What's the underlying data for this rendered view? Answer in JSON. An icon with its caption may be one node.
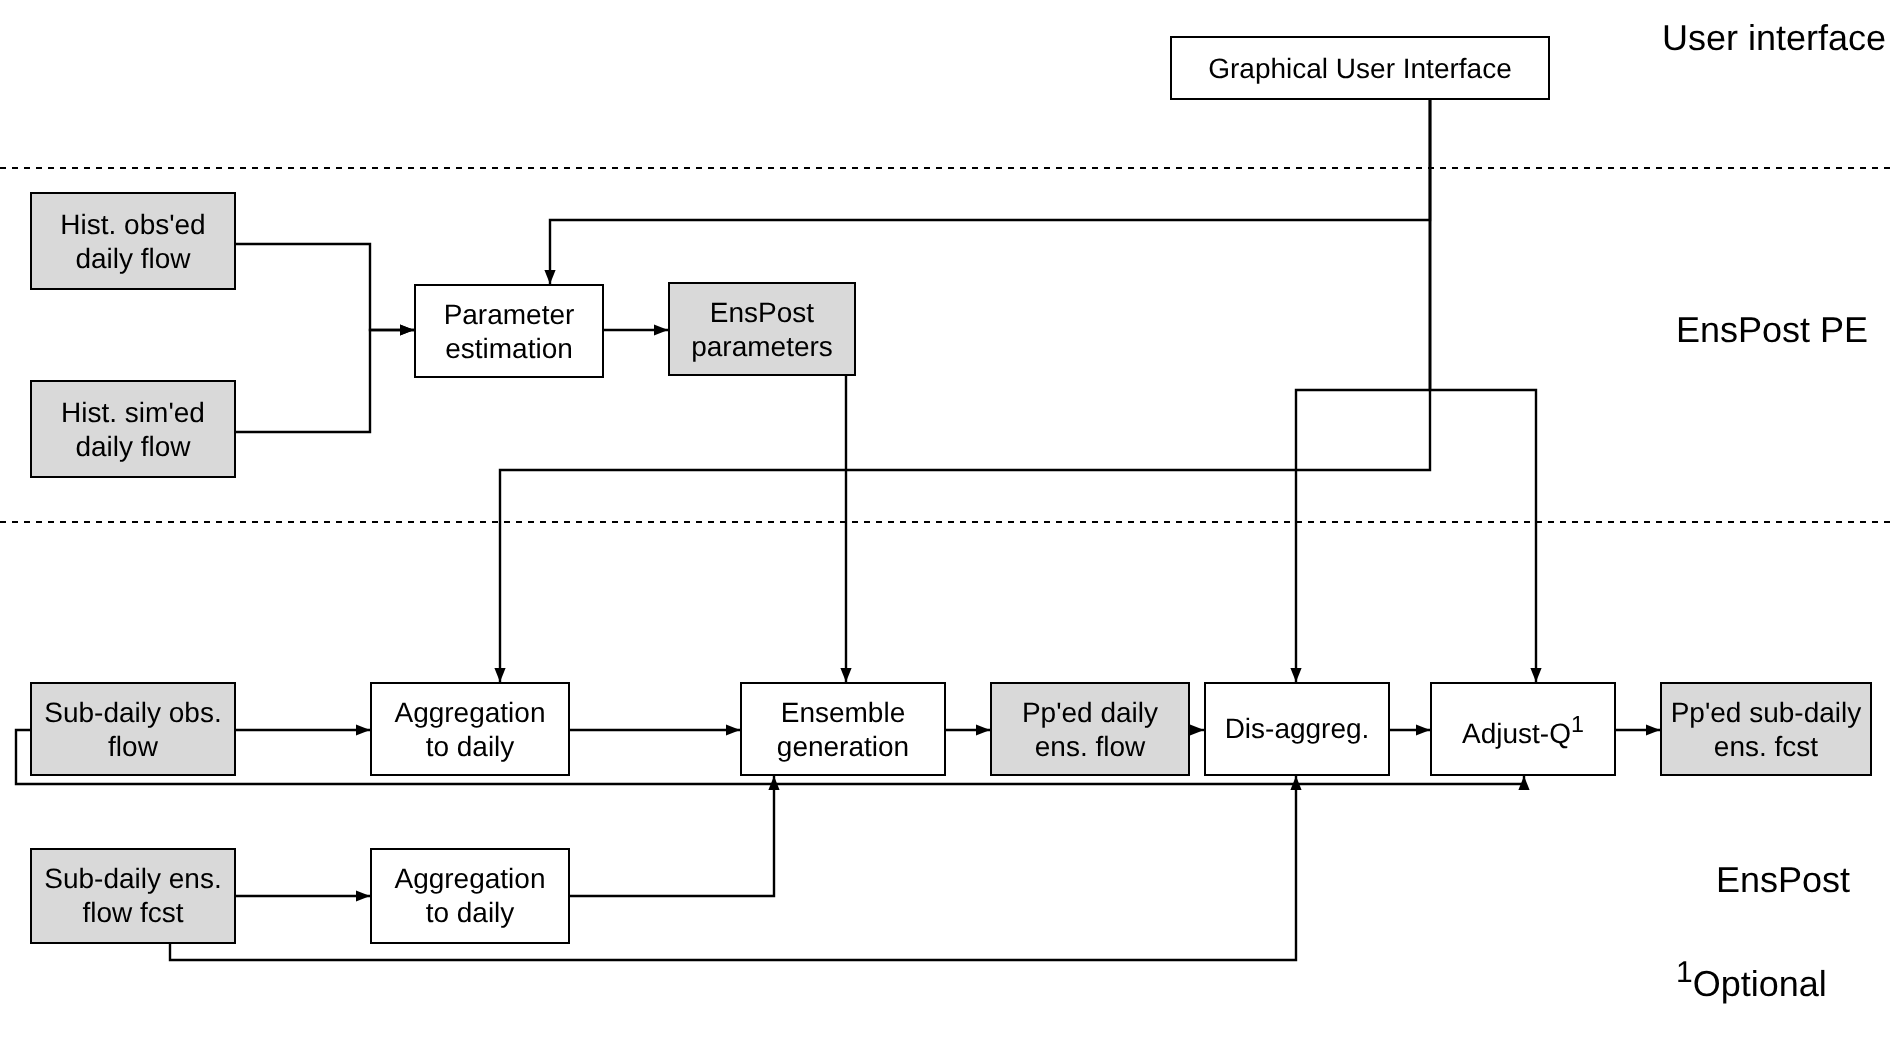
{
  "diagram": {
    "nodes": [
      {
        "text": [
          "Graphical User Interface"
        ]
      },
      {
        "text": [
          "Hist. obs'ed daily flow"
        ]
      },
      {
        "text": [
          "Hist. sim'ed daily flow"
        ]
      },
      {
        "text": [
          "Parameter estimation"
        ]
      },
      {
        "text": [
          "EnsPost parameters"
        ]
      },
      {
        "text": [
          "Sub-daily obs. flow"
        ]
      },
      {
        "text": [
          "Aggregation to daily"
        ]
      },
      {
        "text": [
          "Ensemble generation"
        ]
      },
      {
        "text": [
          "Pp'ed daily ens. flow"
        ]
      },
      {
        "text": [
          "Dis-aggreg."
        ]
      },
      {
        "text": [
          "Adjust-Q$^{1}$"
        ]
      },
      {
        "text": [
          "Pp'ed sub-daily ens. fcst"
        ]
      },
      {
        "text": [
          "Sub-daily ens. flow fcst"
        ]
      },
      {
        "text": [
          "Aggregation to daily"
        ]
      }
    ],
    "edges": [
      {
        "from": 0,
        "to": 3,
        "arrow": "to"
      },
      {
        "from": 0,
        "to": 6,
        "arrow": "to"
      },
      {
        "from": 0,
        "to": 9,
        "arrow": "to"
      },
      {
        "from": 0,
        "to": 10,
        "arrow": "to"
      },
      {
        "from": 1,
        "to": 3,
        "arrow": "to"
      },
      {
        "from": 2,
        "to": 3,
        "arrow": "to"
      },
      {
        "from": 3,
        "to": 4,
        "arrow": "to"
      },
      {
        "from": 4,
        "to": 7,
        "arrow": "to"
      },
      {
        "from": 5,
        "to": 6,
        "arrow": "to"
      },
      {
        "from": 6,
        "to": 7,
        "arrow": "to"
      },
      {
        "from": 7,
        "to": 8,
        "arrow": "to"
      },
      {
        "from": 8,
        "to": 9,
        "arrow": "to"
      },
      {
        "from": 9,
        "to": 10,
        "arrow": "to"
      },
      {
        "from": 10,
        "to": 11,
        "arrow": "to"
      },
      {
        "from": 5,
        "to": 10,
        "arrow": "to"
      },
      {
        "from": 12,
        "to": 13,
        "arrow": "to"
      },
      {
        "from": 13,
        "to": 7,
        "arrow": "to"
      },
      {
        "from": 12,
        "to": 9,
        "arrow": "to"
      }
    ],
    "labels": [
      "User interface",
      "EnsPost PE",
      "EnsPost",
      "$^{1}$Optional"
    ]
  }
}
